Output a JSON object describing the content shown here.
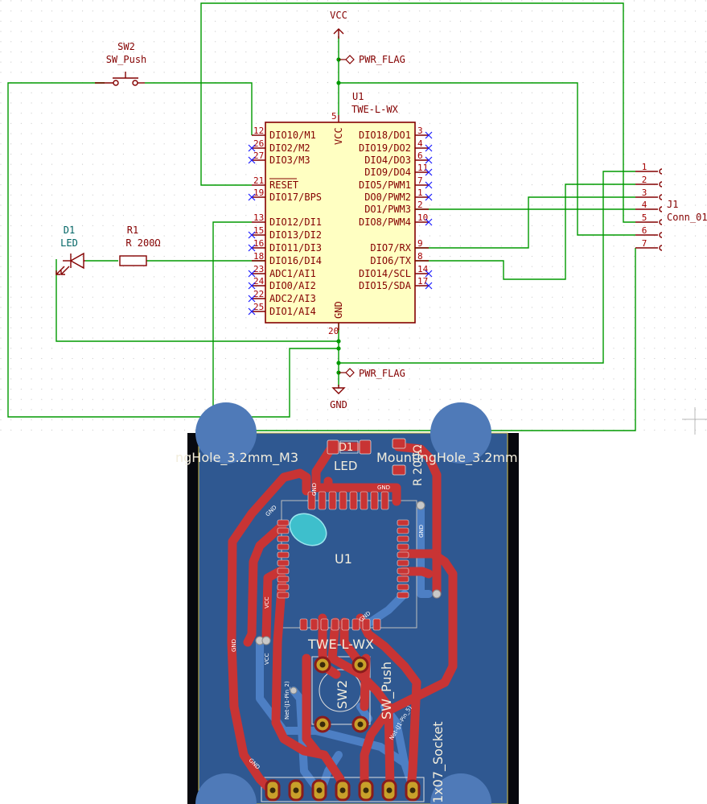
{
  "schematic": {
    "vcc_label": "VCC",
    "gnd_label": "GND",
    "pwr_flag_label": "PWR_FLAG",
    "u1": {
      "ref": "U1",
      "value": "TWE-L-WX",
      "vcc_pin_name": "VCC",
      "gnd_pin_name": "GND",
      "vcc_pin_num": "5",
      "gnd_pin_num": "20",
      "left_pins": [
        {
          "num": "12",
          "name": "DIO10/M1"
        },
        {
          "num": "26",
          "name": "DIO2/M2"
        },
        {
          "num": "27",
          "name": "DIO3/M3"
        },
        {
          "num": "21",
          "name": "RESET"
        },
        {
          "num": "19",
          "name": "DIO17/BPS"
        },
        {
          "num": "13",
          "name": "DIO12/DI1"
        },
        {
          "num": "15",
          "name": "DIO13/DI2"
        },
        {
          "num": "16",
          "name": "DIO11/DI3"
        },
        {
          "num": "18",
          "name": "DIO16/DI4"
        },
        {
          "num": "23",
          "name": "ADC1/AI1"
        },
        {
          "num": "24",
          "name": "DIO0/AI2"
        },
        {
          "num": "22",
          "name": "ADC2/AI3"
        },
        {
          "num": "25",
          "name": "DIO1/AI4"
        }
      ],
      "right_pins": [
        {
          "num": "3",
          "name": "DIO18/DO1"
        },
        {
          "num": "4",
          "name": "DIO19/DO2"
        },
        {
          "num": "6",
          "name": "DIO4/DO3"
        },
        {
          "num": "11",
          "name": "DIO9/DO4"
        },
        {
          "num": "7",
          "name": "DIO5/PWM1"
        },
        {
          "num": "1",
          "name": "DO0/PWM2"
        },
        {
          "num": "2",
          "name": "DO1/PWM3"
        },
        {
          "num": "10",
          "name": "DIO8/PWM4"
        },
        {
          "num": "9",
          "name": "DIO7/RX"
        },
        {
          "num": "8",
          "name": "DIO6/TX"
        },
        {
          "num": "14",
          "name": "DIO14/SCL"
        },
        {
          "num": "17",
          "name": "DIO15/SDA"
        }
      ]
    },
    "sw2": {
      "ref": "SW2",
      "value": "SW_Push"
    },
    "d1": {
      "ref": "D1",
      "value": "LED"
    },
    "r1": {
      "ref": "R1",
      "value": "R 200Ω"
    },
    "j1": {
      "ref": "J1",
      "value": "Conn_01",
      "pins": [
        "1",
        "2",
        "3",
        "4",
        "5",
        "6",
        "7"
      ]
    }
  },
  "pcb": {
    "mh_left": "ngHole_3.2mm_M3",
    "mh_right": "MountingHole_3.2mm",
    "led_label": "LED",
    "d1_label": "D1",
    "r_label": "R 200Ω",
    "u1_label": "U1",
    "twe_label": "TWE-L-WX",
    "sw2_label": "SW2",
    "swpush_label": "SW_Push",
    "socket_label": "1x07_Socket",
    "gnd_net": "GND",
    "vcc_net": "VCC",
    "net_j1_pin2": "Net-(J1-Pin_2)",
    "net_j1_pin5": "Net-(J1-Pin_5)",
    "colors": {
      "board": "#2f5891",
      "copper_front": "#c83434",
      "copper_back": "#4d7fc4",
      "silk": "#f2eddc"
    }
  }
}
